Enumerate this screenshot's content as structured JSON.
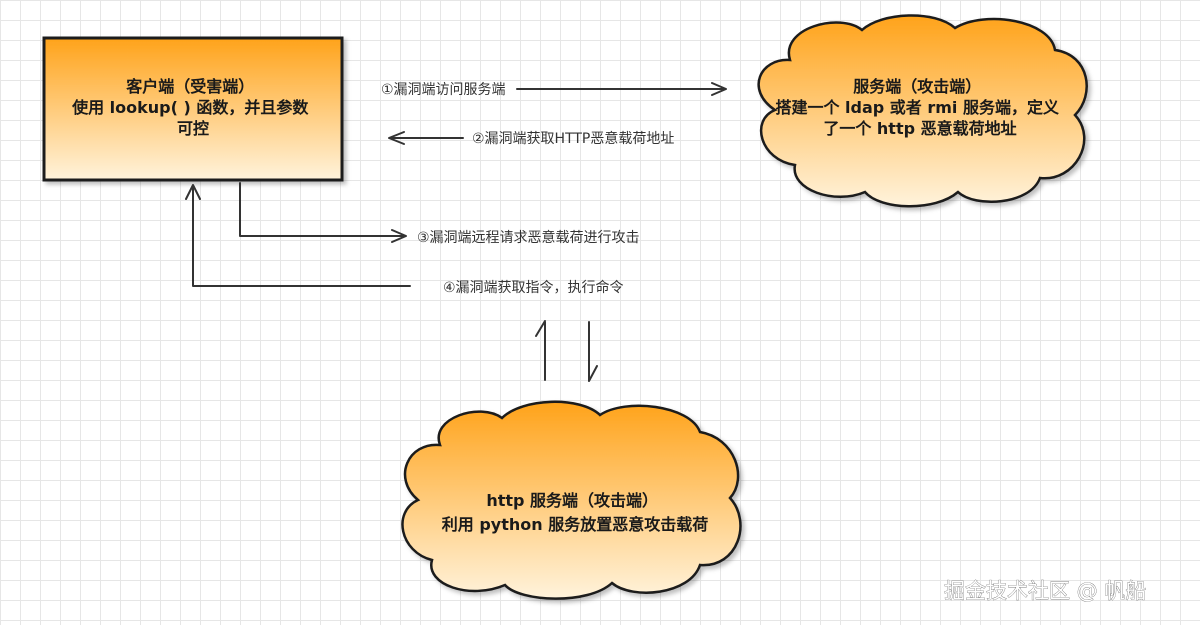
{
  "nodes": {
    "client": {
      "lines": [
        "客户端（受害端）",
        "使用 lookup( ) 函数，并且参数",
        "可控"
      ]
    },
    "server": {
      "lines": [
        "服务端（攻击端）",
        "搭建一个 ldap 或者 rmi 服务端，定义",
        "了一个 http 恶意载荷地址"
      ]
    },
    "http_server": {
      "lines": [
        "http 服务端（攻击端）",
        "利用 python 服务放置恶意攻击载荷"
      ]
    }
  },
  "edges": {
    "step1": "①漏洞端访问服务端",
    "step2": "②漏洞端获取HTTP恶意载荷地址",
    "step3": "③漏洞端远程请求恶意载荷进行攻击",
    "step4": "④漏洞端获取指令，执行命令"
  },
  "colors": {
    "box_top": "#ffa31a",
    "box_bottom": "#fff3dc",
    "border": "#1a1a1a",
    "line": "#333333"
  },
  "watermark": "掘金技术社区 @ 帆船"
}
